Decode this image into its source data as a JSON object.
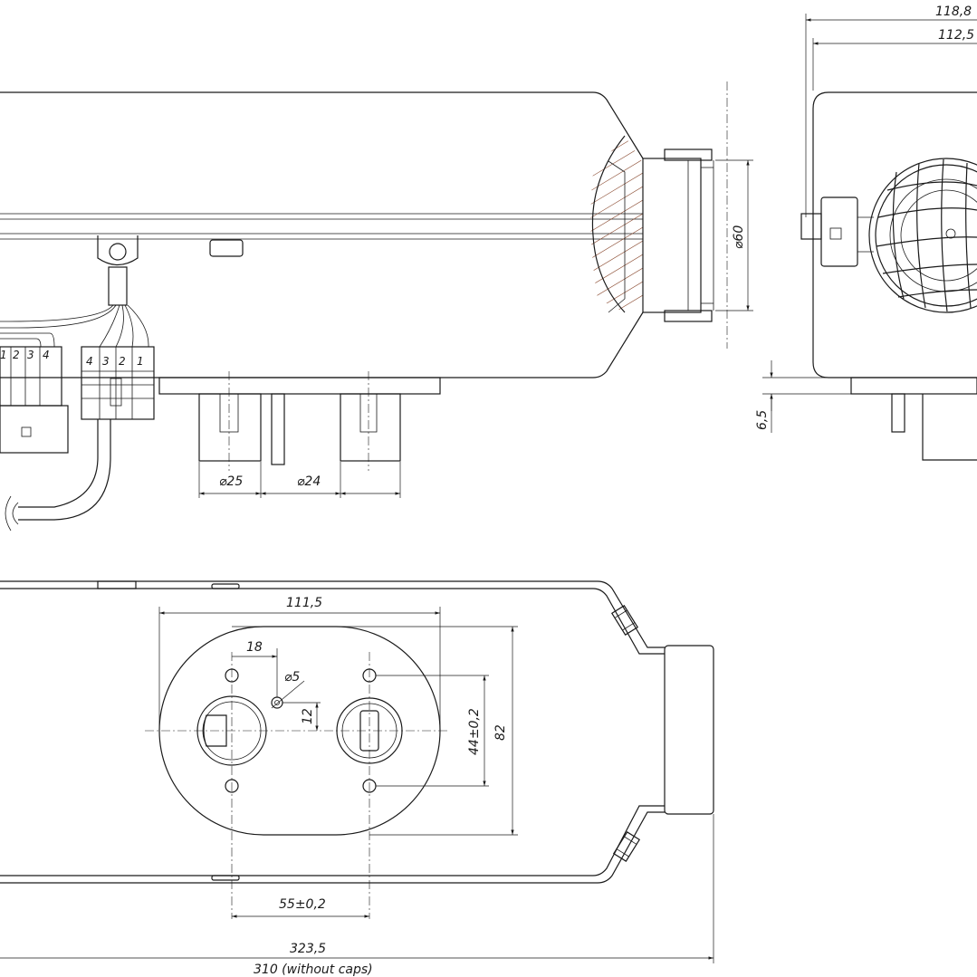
{
  "dimensions": {
    "width_front_view": "118,8",
    "width_front_body": "112,5",
    "inlet_diameter": "⌀60",
    "flange_offset": "6,5",
    "pipe_diameter_1": "⌀25",
    "pipe_diameter_2": "⌀24",
    "flange_width": "111,5",
    "hole_offset": "18",
    "small_hole_diameter": "⌀5",
    "small_hole_offset": "12",
    "hole_spacing_vertical": "44±0,2",
    "flange_height": "82",
    "hole_spacing_horizontal": "55±0,2",
    "total_length": "323,5",
    "length_without_caps": "310 (without caps)"
  },
  "connector_pins": [
    "4",
    "3",
    "2",
    "1"
  ],
  "left_connector_pins": [
    "1",
    "2",
    "3",
    "4"
  ],
  "colors": {
    "line": "#1a1a1a",
    "hatch": "#8a4a30",
    "background": "#ffffff"
  }
}
